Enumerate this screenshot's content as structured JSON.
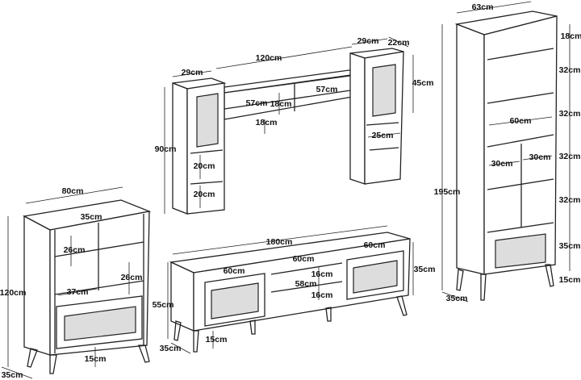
{
  "bookcase": {
    "width": "80cm",
    "depth_top": "35cm",
    "shelf_h1": "26cm",
    "shelf_h2": "26cm",
    "inner_w": "37cm",
    "height": "120cm",
    "leg": "15cm",
    "depth": "35cm"
  },
  "wall_unit": {
    "left_w": "29cm",
    "span": "120cm",
    "right_w": "29cm",
    "right_d": "22cm",
    "cab_h": "45cm",
    "shelf_w1": "57cm",
    "shelf_h1": "18cm",
    "shelf_w2": "57cm",
    "shelf_h2": "18cm",
    "height": "90cm",
    "niche_w": "25cm",
    "niche_h1": "20cm",
    "niche_h2": "20cm"
  },
  "tall_unit": {
    "width": "63cm",
    "h_top": "18cm",
    "h1": "32cm",
    "h2": "32cm",
    "inner_w": "60cm",
    "h3": "32cm",
    "half_w1": "30cm",
    "half_w2": "30cm",
    "h4": "32cm",
    "height": "195cm",
    "drawer_h": "35cm",
    "leg": "15cm",
    "depth": "35cm"
  },
  "tv_unit": {
    "width": "180cm",
    "door_r": "60cm",
    "door_l": "60cm",
    "mid_w": "60cm",
    "height_r": "35cm",
    "shelf_h1": "16cm",
    "mid_inner": "58cm",
    "shelf_h2": "16cm",
    "height": "55cm",
    "depth": "35cm",
    "leg": "15cm"
  }
}
